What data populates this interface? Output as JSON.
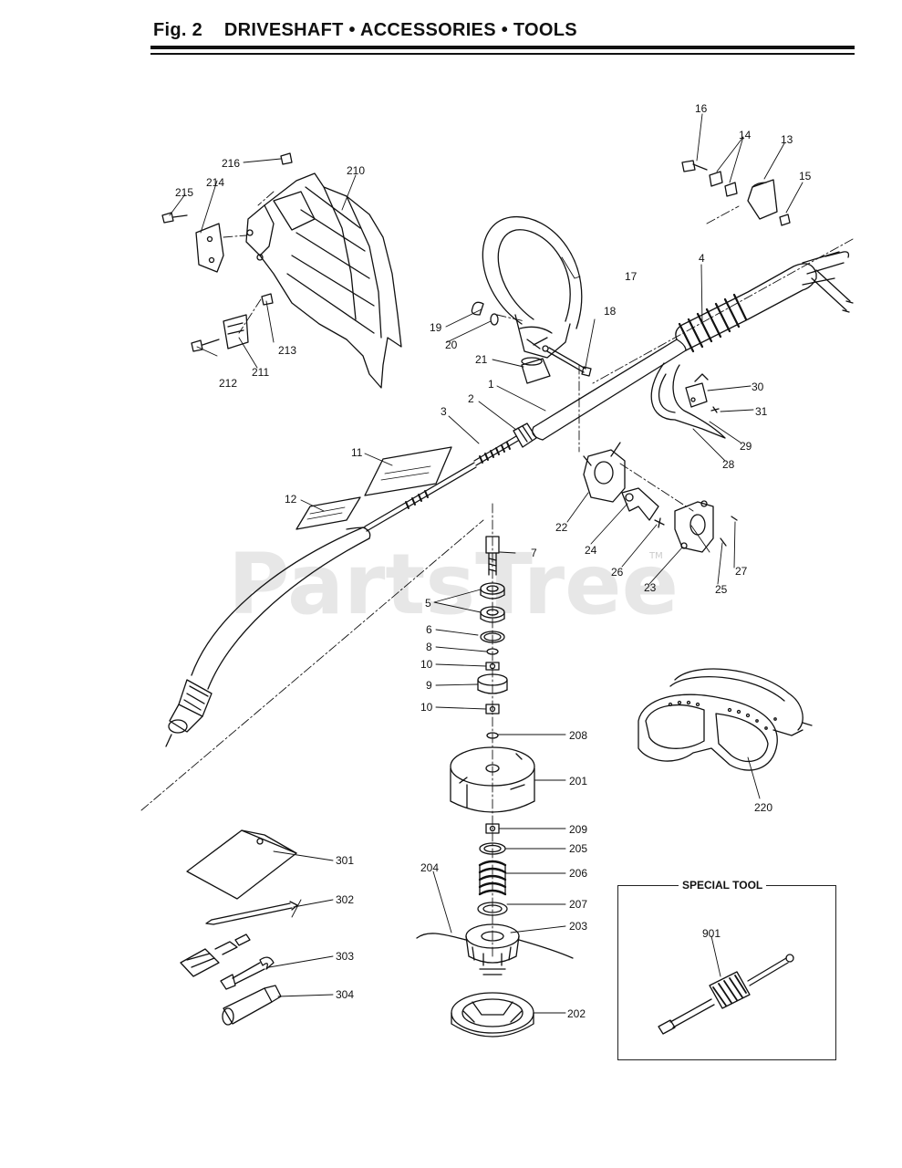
{
  "header": {
    "fig": "Fig. 2",
    "title": "DRIVESHAFT • ACCESSORIES • TOOLS"
  },
  "watermark": {
    "text": "PartsTree",
    "tm": "TM"
  },
  "special_tool": {
    "title": "SPECIAL TOOL"
  },
  "callouts": {
    "c1": "1",
    "c2": "2",
    "c3": "3",
    "c4": "4",
    "c5": "5",
    "c6": "6",
    "c7": "7",
    "c8": "8",
    "c9": "9",
    "c10a": "10",
    "c10b": "10",
    "c11": "11",
    "c12": "12",
    "c13": "13",
    "c14": "14",
    "c15": "15",
    "c16": "16",
    "c17": "17",
    "c18": "18",
    "c19": "19",
    "c20": "20",
    "c21": "21",
    "c22": "22",
    "c23": "23",
    "c24": "24",
    "c25": "25",
    "c26": "26",
    "c27": "27",
    "c28": "28",
    "c29": "29",
    "c30": "30",
    "c31": "31",
    "c201": "201",
    "c202": "202",
    "c203": "203",
    "c204": "204",
    "c205": "205",
    "c206": "206",
    "c207": "207",
    "c208": "208",
    "c209": "209",
    "c210": "210",
    "c211": "211",
    "c212": "212",
    "c213": "213",
    "c214": "214",
    "c215": "215",
    "c216": "216",
    "c220": "220",
    "c301": "301",
    "c302": "302",
    "c303": "303",
    "c304": "304",
    "c901": "901"
  }
}
